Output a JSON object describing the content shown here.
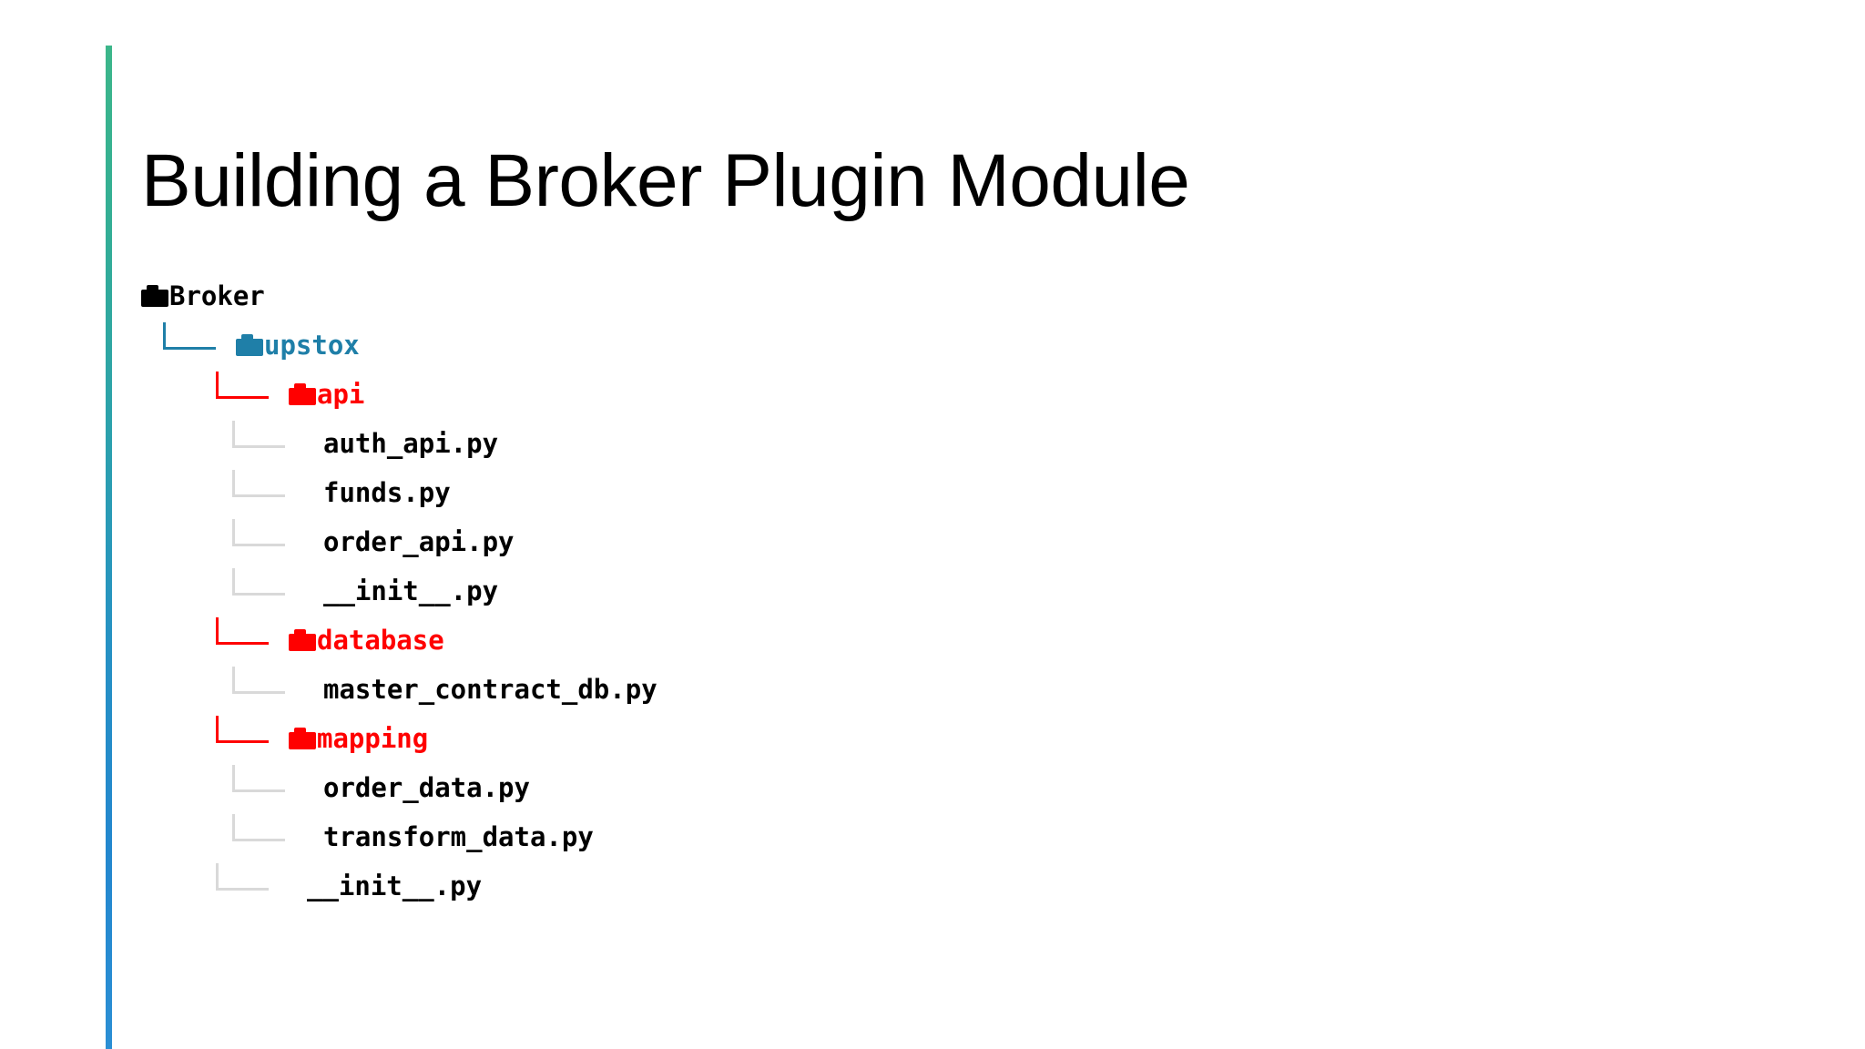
{
  "slide": {
    "title": "Building a Broker Plugin Module",
    "accent_bar": {
      "name": "left-accent-bar",
      "gradient_start": "#3CB68A",
      "gradient_end": "#2B8FD4"
    }
  },
  "colors": {
    "root_folder": "#000000",
    "broker_folder": "#1F7FA8",
    "module_folder": "#FF0000",
    "file_connector": "#D9D9D9",
    "file_text": "#000000"
  },
  "tree": {
    "root_icon": "folder-icon",
    "file_icon": "file-connector-icon",
    "nodes": [
      {
        "label": "Broker",
        "type": "folder",
        "depth": 0,
        "color_key": "root_folder",
        "connector": "none"
      },
      {
        "label": "upstox",
        "type": "folder",
        "depth": 1,
        "color_key": "broker_folder",
        "connector": "elbow"
      },
      {
        "label": "api",
        "type": "folder",
        "depth": 2,
        "color_key": "module_folder",
        "connector": "elbow"
      },
      {
        "label": "auth_api.py",
        "type": "file",
        "depth": 3,
        "color_key": "file_text",
        "connector": "elbow"
      },
      {
        "label": "funds.py",
        "type": "file",
        "depth": 3,
        "color_key": "file_text",
        "connector": "elbow"
      },
      {
        "label": "order_api.py",
        "type": "file",
        "depth": 3,
        "color_key": "file_text",
        "connector": "elbow"
      },
      {
        "label": "__init__.py",
        "type": "file",
        "depth": 3,
        "color_key": "file_text",
        "connector": "elbow"
      },
      {
        "label": "database",
        "type": "folder",
        "depth": 2,
        "color_key": "module_folder",
        "connector": "elbow"
      },
      {
        "label": "master_contract_db.py",
        "type": "file",
        "depth": 3,
        "color_key": "file_text",
        "connector": "elbow"
      },
      {
        "label": "mapping",
        "type": "folder",
        "depth": 2,
        "color_key": "module_folder",
        "connector": "elbow"
      },
      {
        "label": "order_data.py",
        "type": "file",
        "depth": 3,
        "color_key": "file_text",
        "connector": "elbow"
      },
      {
        "label": "transform_data.py",
        "type": "file",
        "depth": 3,
        "color_key": "file_text",
        "connector": "elbow"
      },
      {
        "label": "__init__.py",
        "type": "file",
        "depth": 2,
        "color_key": "file_text",
        "connector": "elbow"
      }
    ]
  }
}
